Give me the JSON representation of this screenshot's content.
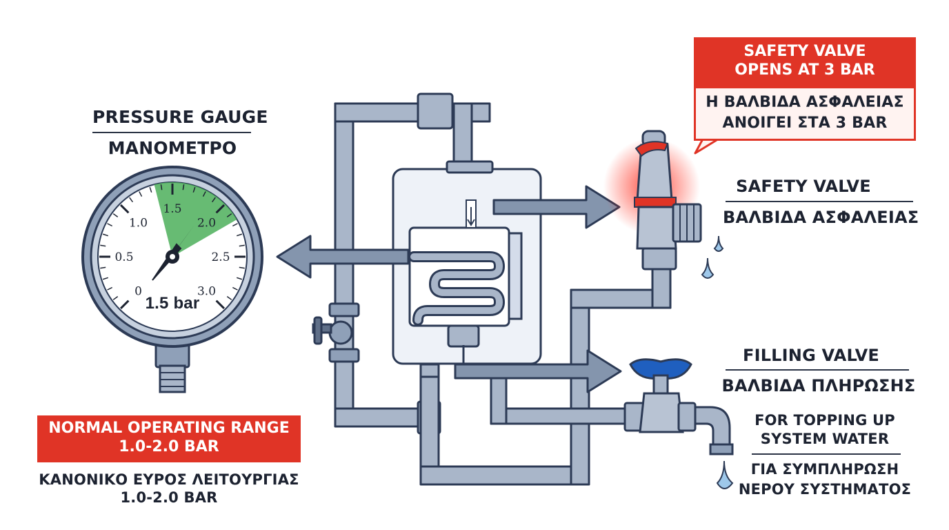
{
  "gauge": {
    "title_en": "PRESSURE GAUGE",
    "title_gr": "ΜΑΝΟΜΕΤΡΟ",
    "scale": [
      "0",
      "0.5",
      "1.0",
      "1.5",
      "2.0",
      "2.5",
      "3.0"
    ],
    "reading": "1.5 bar",
    "needle_value": 1.5,
    "green_range": [
      1.0,
      2.0
    ]
  },
  "normal_range": {
    "line1": "NORMAL OPERATING RANGE",
    "line2": "1.0-2.0 BAR",
    "gr_line1": "ΚΑΝΟΝΙΚΟ ΕΥΡΟΣ ΛΕΙΤΟΥΡΓΙΑΣ",
    "gr_line2": "1.0-2.0 BAR"
  },
  "safety_callout": {
    "line1": "SAFETY VALVE",
    "line2": "OPENS AT 3 BAR",
    "gr_line1": "Η ΒΑΛΒΙΔΑ ΑΣΦΑΛΕΙΑΣ",
    "gr_line2": "ΑΝΟΙΓΕΙ ΣΤΑ 3 BAR"
  },
  "safety_valve": {
    "title_en": "SAFETY VALVE",
    "title_gr": "ΒΑΛΒΙΔΑ ΑΣΦΑΛΕΙΑΣ"
  },
  "filling_valve": {
    "title_en": "FILLING VALVE",
    "title_gr": "ΒΑΛΒΙΔΑ ΠΛΗΡΩΣΗΣ",
    "desc_en_1": "FOR TOPPING UP",
    "desc_en_2": "SYSTEM WATER",
    "desc_gr_1": "ΓΙΑ ΣΥΜΠΛΗΡΩΣΗ",
    "desc_gr_2": "ΝΕΡΟΥ ΣΥΣΤΗΜΑΤΟΣ"
  },
  "colors": {
    "pipe_fill": "#a9b6c9",
    "pipe_stroke": "#2c3a55",
    "accent_red": "#e03426",
    "gauge_green": "#4caf5a",
    "valve_blue": "#1f5fbf"
  }
}
